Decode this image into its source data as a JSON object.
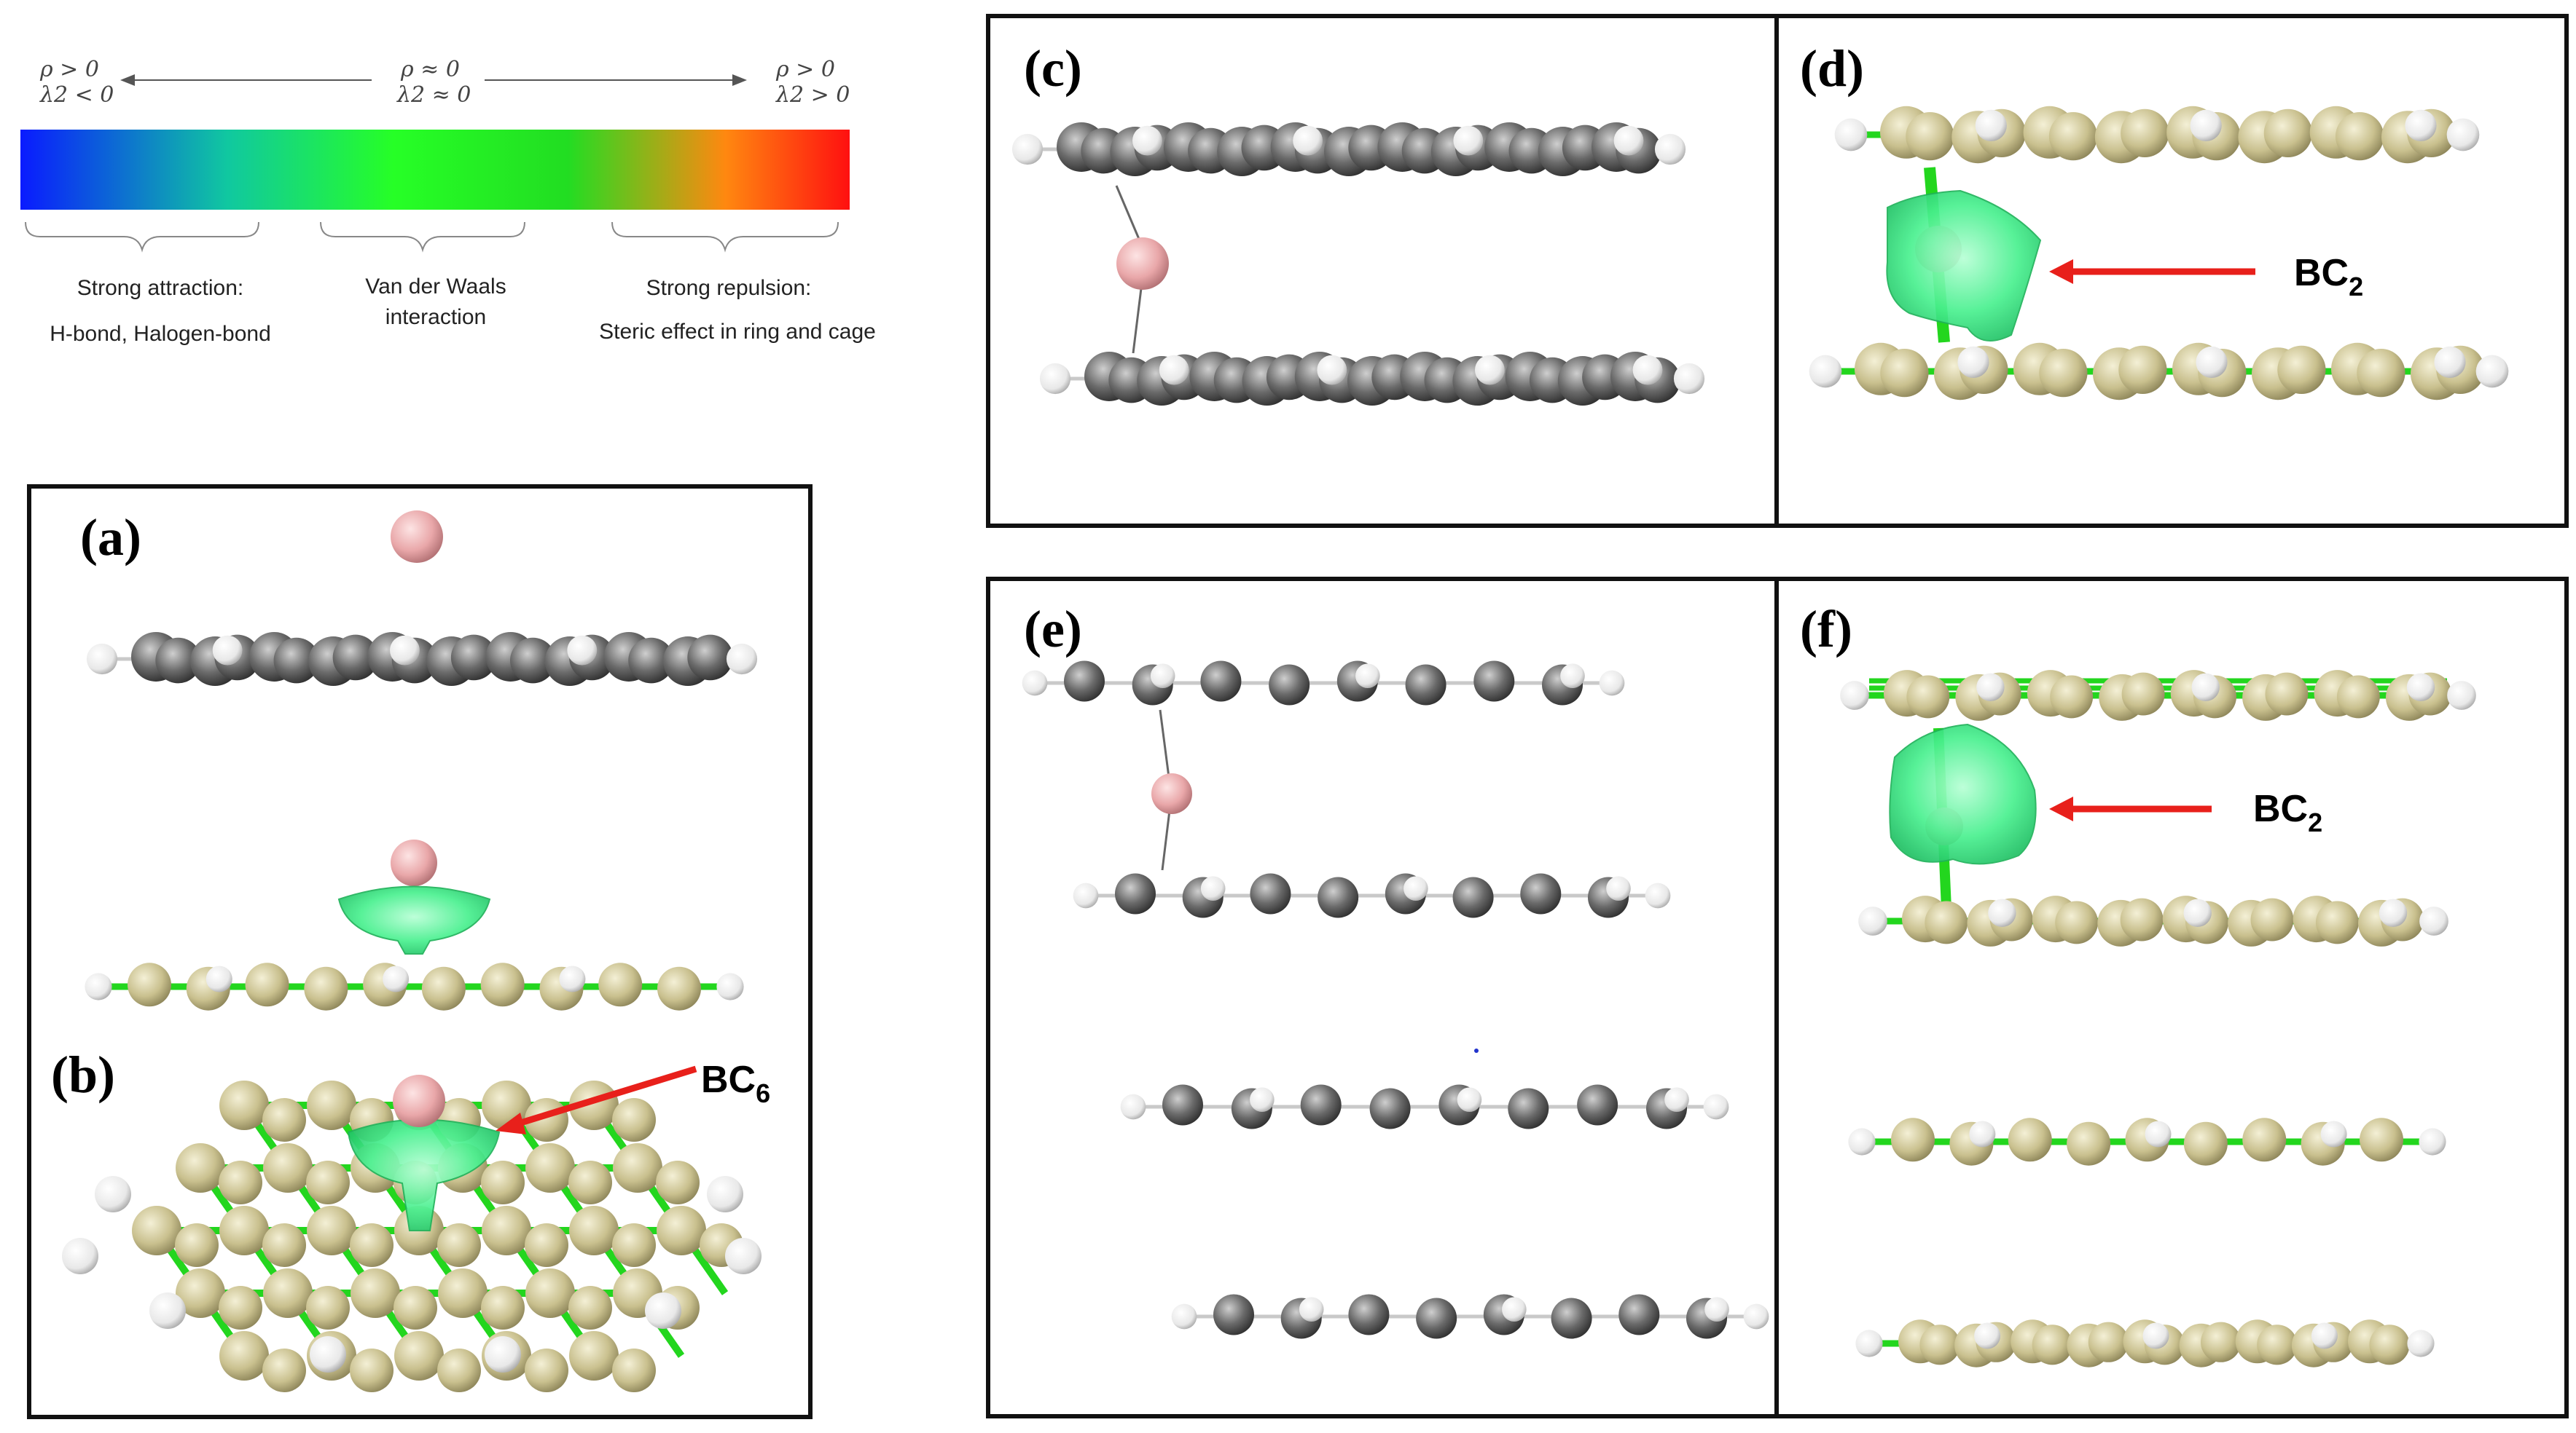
{
  "legend": {
    "left_top": "ρ > 0",
    "left_bottom": "λ2 < 0",
    "mid_top": "ρ ≈ 0",
    "mid_bottom": "λ2 ≈ 0",
    "right_top": "ρ > 0",
    "right_bottom": "λ2 > 0",
    "gradient_colors": [
      "#0a1bff",
      "#10c8a0",
      "#26ff26",
      "#22dd22",
      "#ff8810",
      "#ff1010"
    ],
    "groups": [
      {
        "line1": "Strong attraction:",
        "line2": "H-bond, Halogen-bond"
      },
      {
        "line1": "Van der Waals",
        "line2": "interaction"
      },
      {
        "line1": "Strong repulsion:",
        "line2": "Steric effect in ring and cage"
      }
    ]
  },
  "panels": {
    "a": {
      "label": "(a)"
    },
    "b": {
      "label": "(b)",
      "bc_main": "BC",
      "bc_sub": "6"
    },
    "c": {
      "label": "(c)"
    },
    "d": {
      "label": "(d)",
      "bc_main": "BC",
      "bc_sub": "2"
    },
    "e": {
      "label": "(e)"
    },
    "f": {
      "label": "(f)",
      "bc_main": "BC",
      "bc_sub": "2"
    }
  },
  "colors": {
    "boron": "#e9a7a9",
    "carbon_gray": "#6f6f6f",
    "carbon_tan": "#cfc79a",
    "hydrogen": "#f2f2f2",
    "bond_green": "#23d61e",
    "isosurface": "#3cf08a",
    "arrow": "#e8201b"
  }
}
